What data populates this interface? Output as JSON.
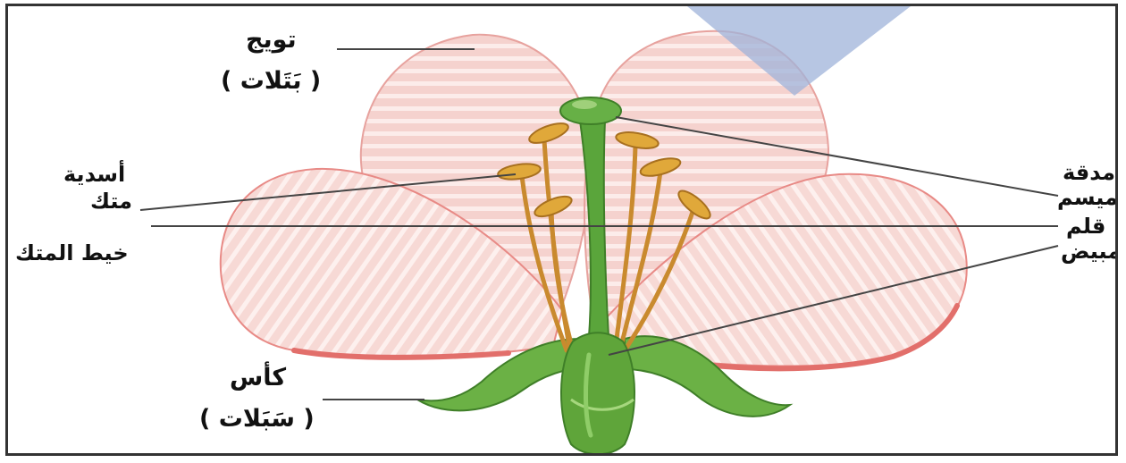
{
  "labels": {
    "corolla": "تويج",
    "petals": "( بَتَلات )",
    "stamens": "أسدية",
    "anther": "متك",
    "filament": "خيط المتك",
    "calyx": "كأس",
    "sepals": "( سَبَلات )",
    "pistil": "مدقة",
    "stigma": "ميسم",
    "style": "قلم",
    "ovary": "مبيض"
  },
  "colors": {
    "petal_fill": "#f6d6d2",
    "petal_edge": "#e88a86",
    "petal_vein": "#ffffff",
    "sepal": "#5fa53a",
    "pistil": "#4f9a35",
    "anther": "#d9a236",
    "filament": "#c98a2e",
    "leader_line": "#444444",
    "overlay": "#9fb3d9"
  }
}
